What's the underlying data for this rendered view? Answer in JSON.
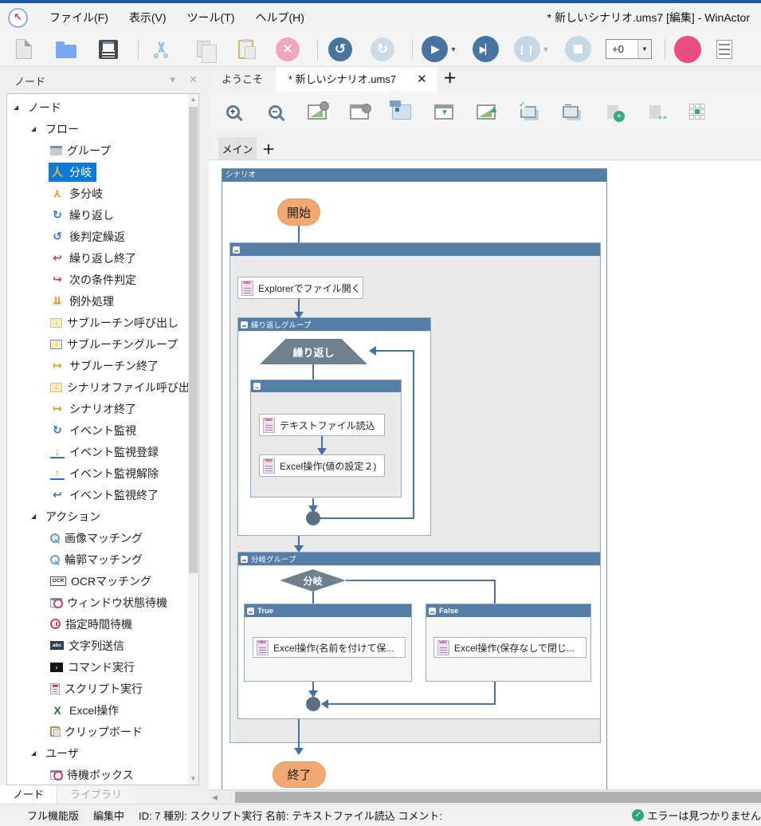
{
  "window": {
    "title": "* 新しいシナリオ.ums7 [編集] - WinActor"
  },
  "menubar": {
    "items": [
      {
        "label": "ファイル(F)"
      },
      {
        "label": "表示(V)"
      },
      {
        "label": "ツール(T)"
      },
      {
        "label": "ヘルプ(H)"
      }
    ]
  },
  "toolbar": {
    "speed_value": "+0"
  },
  "sidebar": {
    "panel_title": "ノード",
    "bottom_tabs": [
      {
        "label": "ノード",
        "active": true
      },
      {
        "label": "ライブラリ",
        "active": false
      }
    ],
    "tree": {
      "items": [
        {
          "label": "ノード",
          "level": 0,
          "expander": true
        },
        {
          "label": "フロー",
          "level": 1,
          "expander": true
        },
        {
          "label": "グループ",
          "level": 2,
          "icon": "group"
        },
        {
          "label": "分岐",
          "level": 2,
          "icon": "branch",
          "selected": true
        },
        {
          "label": "多分岐",
          "level": 2,
          "icon": "multibranch"
        },
        {
          "label": "繰り返し",
          "level": 2,
          "icon": "repeat"
        },
        {
          "label": "後判定繰返",
          "level": 2,
          "icon": "repeat-post"
        },
        {
          "label": "繰り返し終了",
          "level": 2,
          "icon": "repeat-end"
        },
        {
          "label": "次の条件判定",
          "level": 2,
          "icon": "next-condition"
        },
        {
          "label": "例外処理",
          "level": 2,
          "icon": "exception"
        },
        {
          "label": "サブルーチン呼び出し",
          "level": 2,
          "icon": "subroutine-call"
        },
        {
          "label": "サブルーチングループ",
          "level": 2,
          "icon": "subroutine-group"
        },
        {
          "label": "サブルーチン終了",
          "level": 2,
          "icon": "subroutine-end"
        },
        {
          "label": "シナリオファイル呼び出し",
          "level": 2,
          "icon": "scenario-call"
        },
        {
          "label": "シナリオ終了",
          "level": 2,
          "icon": "scenario-end"
        },
        {
          "label": "イベント監視",
          "level": 2,
          "icon": "event-watch"
        },
        {
          "label": "イベント監視登録",
          "level": 2,
          "icon": "event-register"
        },
        {
          "label": "イベント監視解除",
          "level": 2,
          "icon": "event-unregister"
        },
        {
          "label": "イベント監視終了",
          "level": 2,
          "icon": "event-end"
        },
        {
          "label": "アクション",
          "level": 1,
          "expander": true
        },
        {
          "label": "画像マッチング",
          "level": 2,
          "icon": "image-matching"
        },
        {
          "label": "輪郭マッチング",
          "level": 2,
          "icon": "contour-matching"
        },
        {
          "label": "OCRマッチング",
          "level": 2,
          "icon": "ocr-matching"
        },
        {
          "label": "ウィンドウ状態待機",
          "level": 2,
          "icon": "window-wait"
        },
        {
          "label": "指定時間待機",
          "level": 2,
          "icon": "time-wait"
        },
        {
          "label": "文字列送信",
          "level": 2,
          "icon": "send-string"
        },
        {
          "label": "コマンド実行",
          "level": 2,
          "icon": "command-run"
        },
        {
          "label": "スクリプト実行",
          "level": 2,
          "icon": "script-run"
        },
        {
          "label": "Excel操作",
          "level": 2,
          "icon": "excel"
        },
        {
          "label": "クリップボード",
          "level": 2,
          "icon": "clipboard"
        },
        {
          "label": "ユーザ",
          "level": 1,
          "expander": true
        },
        {
          "label": "待機ボックス",
          "level": 2,
          "icon": "wait-box"
        }
      ]
    }
  },
  "main": {
    "doc_tabs": [
      {
        "label": "ようこそ",
        "active": false
      },
      {
        "label": "* 新しいシナリオ.ums7",
        "active": true
      }
    ],
    "subtabs": [
      {
        "label": "メイン",
        "active": true
      }
    ],
    "flow": {
      "scenario_title": "シナリオ",
      "start_label": "開始",
      "end_label": "終了",
      "node_explorer": "Explorerでファイル開く",
      "loop_group_title": "繰り返しグループ",
      "loop_label": "繰り返し",
      "node_text_read": "テキストファイル読込",
      "node_excel_set": "Excel操作(値の設定２)",
      "branch_group_title": "分岐グループ",
      "branch_label": "分岐",
      "true_label": "True",
      "false_label": "False",
      "node_excel_save": "Excel操作(名前を付けて保...",
      "node_excel_close": "Excel操作(保存なしで閉じ..."
    }
  },
  "statusbar": {
    "edition": "フル機能版",
    "mode": "編集中",
    "detail": "ID: 7 種別: スクリプト実行 名前: テキストファイル読込 コメント:",
    "message": "エラーは見つかりません"
  },
  "colors": {
    "accent_blue": "#0b7bd7",
    "group_header_blue": "#557ea6",
    "node_orange": "#f1a873",
    "shape_slate": "#6d8191",
    "record_pink": "#ea4d80",
    "line_blue": "#4272a8",
    "ok_green": "#2aa876"
  }
}
